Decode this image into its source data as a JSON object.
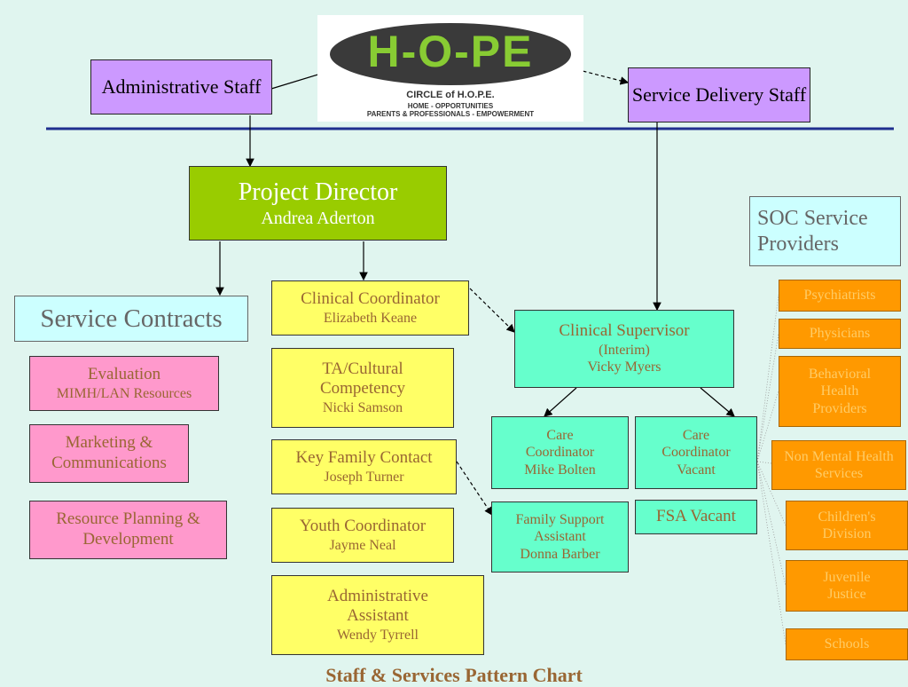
{
  "logo": {
    "wordmark": "H-O-PE",
    "line1": "CIRCLE of H.O.P.E.",
    "line2": "HOME - OPPORTUNITIES",
    "line3": "PARENTS & PROFESSIONALS - EMPOWERMENT"
  },
  "top": {
    "admin_staff": "Administrative Staff",
    "service_delivery": "Service Delivery Staff"
  },
  "director": {
    "title": "Project Director",
    "name": "Andrea Aderton"
  },
  "service_contracts": {
    "heading": "Service Contracts",
    "items": [
      {
        "title": "Evaluation",
        "sub": "MIMH/LAN Resources"
      },
      {
        "title": "Marketing & Communications",
        "sub": ""
      },
      {
        "title": "Resource Planning & Development",
        "sub": ""
      }
    ]
  },
  "staff": [
    {
      "title": "Clinical Coordinator",
      "name": "Elizabeth Keane"
    },
    {
      "title": "TA/Cultural Competency",
      "name": "Nicki Samson"
    },
    {
      "title": "Key Family Contact",
      "name": "Joseph Turner"
    },
    {
      "title": "Youth Coordinator",
      "name": "Jayme Neal"
    },
    {
      "title": "Administrative Assistant",
      "name": "Wendy Tyrrell"
    }
  ],
  "clinical": {
    "supervisor": {
      "title": "Clinical Supervisor",
      "note": "(Interim)",
      "name": "Vicky Myers"
    },
    "care1": {
      "title": "Care Coordinator",
      "name": "Mike Bolten"
    },
    "care2": {
      "title": "Care Coordinator",
      "name": "Vacant"
    },
    "family_support": {
      "title": "Family Support Assistant",
      "name": "Donna Barber"
    },
    "fsa": "FSA Vacant"
  },
  "soc": {
    "heading": "SOC Service Providers",
    "providers": [
      "Psychiatrists",
      "Physicians",
      "Behavioral Health Providers",
      "Non Mental Health Services",
      "Children's Division",
      "Juvenile Justice",
      "Schools"
    ]
  },
  "footer": "Staff & Services Pattern Chart",
  "colors": {
    "background": "#e0f5ef",
    "divider": "#1f2f8f",
    "purple": "#cc99ff",
    "green": "#99cc00",
    "yellow": "#ffff66",
    "aqua": "#66ffcc",
    "pink": "#ff99cc",
    "orange": "#ff9900",
    "cyan": "#ccffff"
  }
}
